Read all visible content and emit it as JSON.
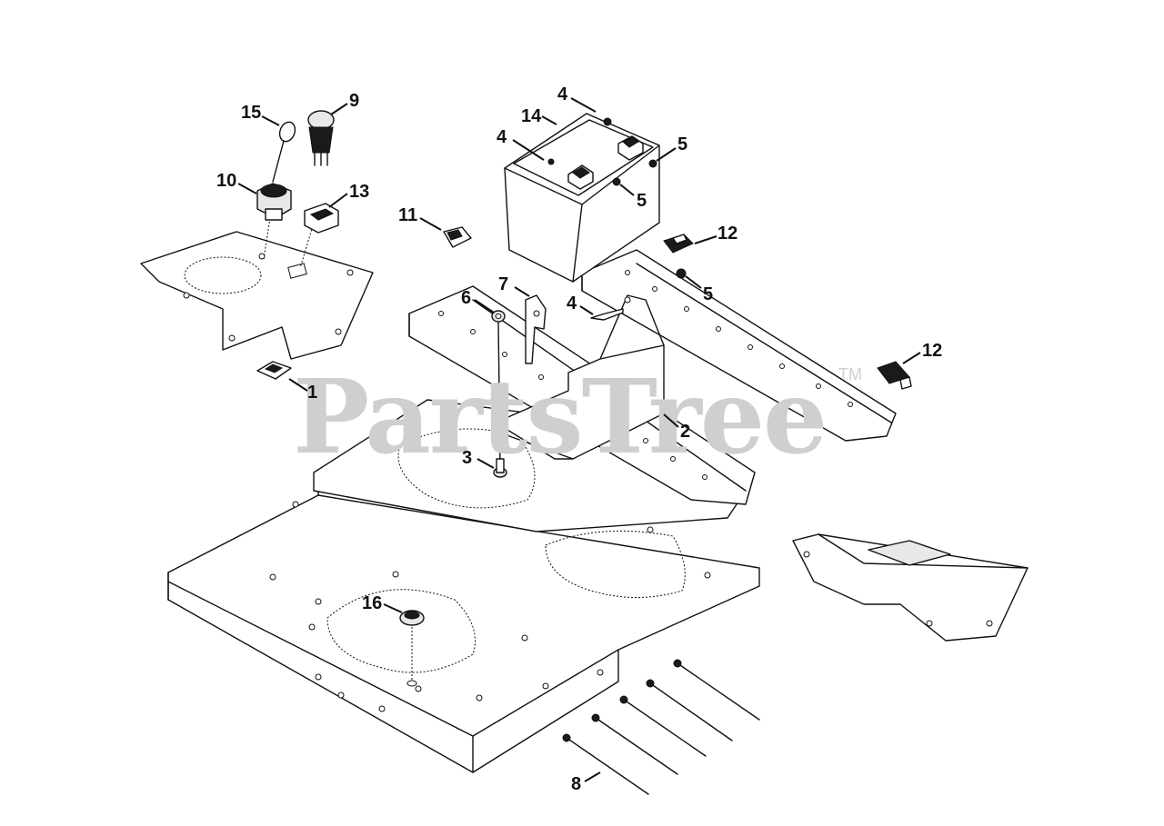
{
  "watermark": {
    "text": "PartsTree",
    "trademark": "TM"
  },
  "callouts": [
    {
      "id": "c15",
      "label": "15"
    },
    {
      "id": "c9",
      "label": "9"
    },
    {
      "id": "c10",
      "label": "10"
    },
    {
      "id": "c13",
      "label": "13"
    },
    {
      "id": "c1",
      "label": "1"
    },
    {
      "id": "c11",
      "label": "11"
    },
    {
      "id": "c4a",
      "label": "4"
    },
    {
      "id": "c14",
      "label": "14"
    },
    {
      "id": "c4b",
      "label": "4"
    },
    {
      "id": "c5a",
      "label": "5"
    },
    {
      "id": "c5b",
      "label": "5"
    },
    {
      "id": "c12a",
      "label": "12"
    },
    {
      "id": "c5c",
      "label": "5"
    },
    {
      "id": "c7",
      "label": "7"
    },
    {
      "id": "c6",
      "label": "6"
    },
    {
      "id": "c4c",
      "label": "4"
    },
    {
      "id": "c12b",
      "label": "12"
    },
    {
      "id": "c2",
      "label": "2"
    },
    {
      "id": "c3",
      "label": "3"
    },
    {
      "id": "c16",
      "label": "16"
    },
    {
      "id": "c8",
      "label": "8"
    }
  ]
}
